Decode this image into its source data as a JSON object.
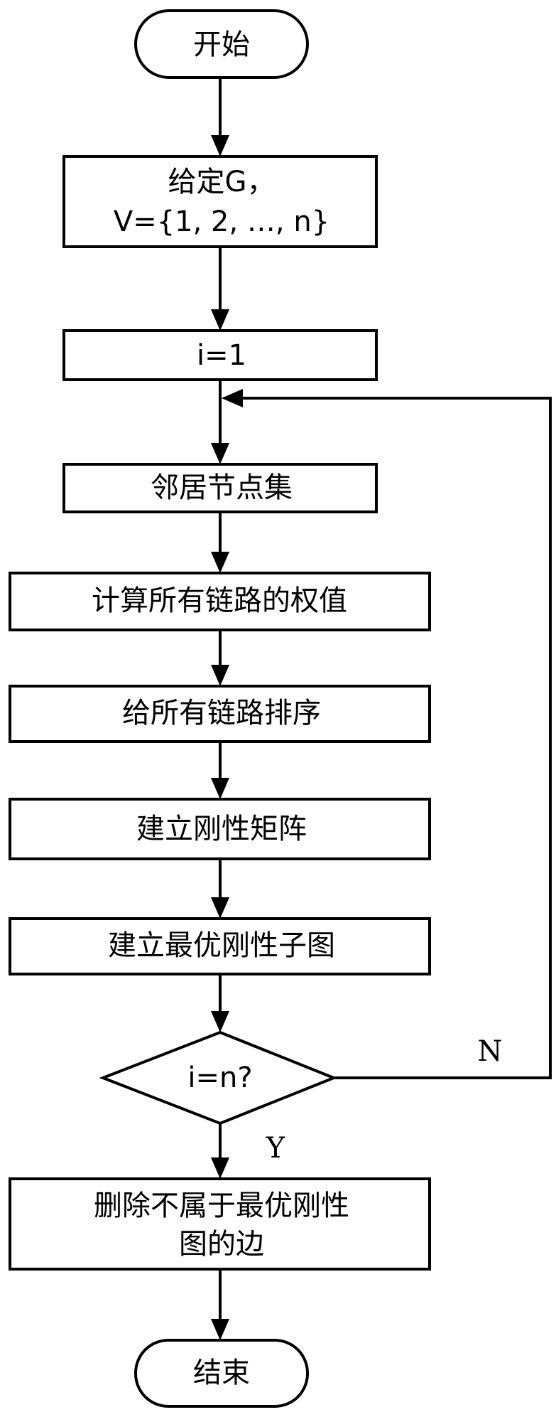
{
  "flowchart": {
    "start": "开始",
    "given": {
      "line1": "给定G，",
      "line2": "V={1, 2, …, n}"
    },
    "init": "i=1",
    "neighbors": "邻居节点集",
    "weights": "计算所有链路的权值",
    "sort": "给所有链路排序",
    "matrix": "建立刚性矩阵",
    "subgraph": "建立最优刚性子图",
    "decision": "i=n?",
    "no_label": "N",
    "yes_label": "Y",
    "delete": {
      "line1": "删除不属于最优刚性",
      "line2": "图的边"
    },
    "end": "结束"
  }
}
